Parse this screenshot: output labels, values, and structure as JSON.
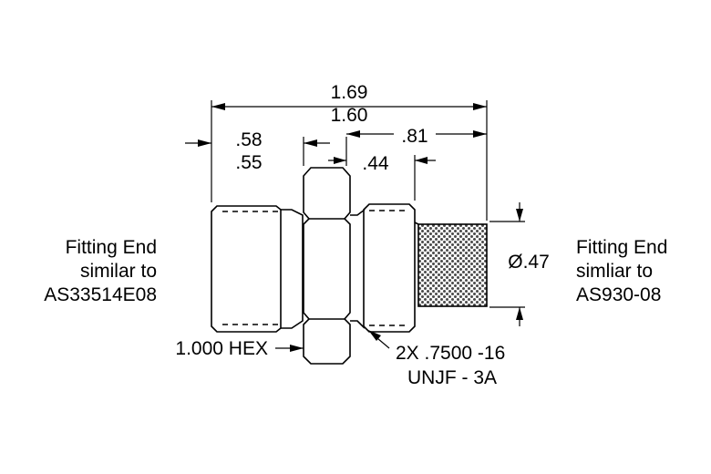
{
  "dimensions": {
    "overall_max": "1.69",
    "overall_min": "1.60",
    "left_max": ".58",
    "left_min": ".55",
    "right_len": ".81",
    "mid_len": ".44",
    "diameter": "Ø.47"
  },
  "callouts": {
    "left_end": [
      "Fitting End",
      "similar to",
      "AS33514E08"
    ],
    "right_end": [
      "Fitting End",
      "simliar to",
      "AS930-08"
    ],
    "hex": "1.000 HEX",
    "thread": [
      "2X .7500 -16",
      "UNJF - 3A"
    ]
  },
  "colors": {
    "line": "#000000",
    "background": "#ffffff",
    "filter_mesh": "#4a4a4a"
  }
}
